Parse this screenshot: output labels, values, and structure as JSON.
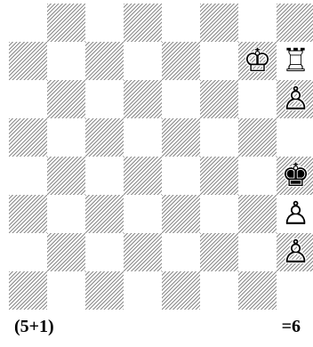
{
  "board": {
    "pieces": [
      {
        "square": "g7",
        "piece": "white-king",
        "glyph": "♔"
      },
      {
        "square": "h7",
        "piece": "white-rook",
        "glyph": "♖"
      },
      {
        "square": "h6",
        "piece": "white-pawn",
        "glyph": "♙"
      },
      {
        "square": "h4",
        "piece": "black-king",
        "glyph": "♚"
      },
      {
        "square": "h3",
        "piece": "white-pawn",
        "glyph": "♙"
      },
      {
        "square": "h2",
        "piece": "white-pawn",
        "glyph": "♙"
      }
    ]
  },
  "caption": {
    "piece_count": "(5+1)",
    "stipulation": "=6"
  }
}
